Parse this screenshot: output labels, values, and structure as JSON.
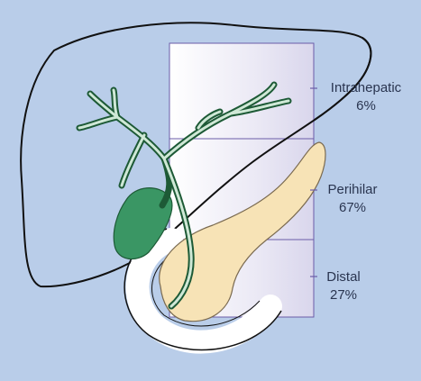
{
  "regions": [
    {
      "name": "Intrahepatic",
      "percent": "6%"
    },
    {
      "name": "Perihilar",
      "percent": "67%"
    },
    {
      "name": "Distal",
      "percent": "27%"
    }
  ],
  "colors": {
    "background": "#b9cde9",
    "liver_fill": "#b9cde9",
    "outline": "#111111",
    "bile_duct": "#2e8a55",
    "bile_duct_light": "#cfe8d6",
    "gallbladder": "#3a9664",
    "pancreas": "#f7e3b6",
    "duodenum": "#ffffff",
    "region_panel": "#e7e7f3",
    "region_border": "#6a5ca8"
  }
}
